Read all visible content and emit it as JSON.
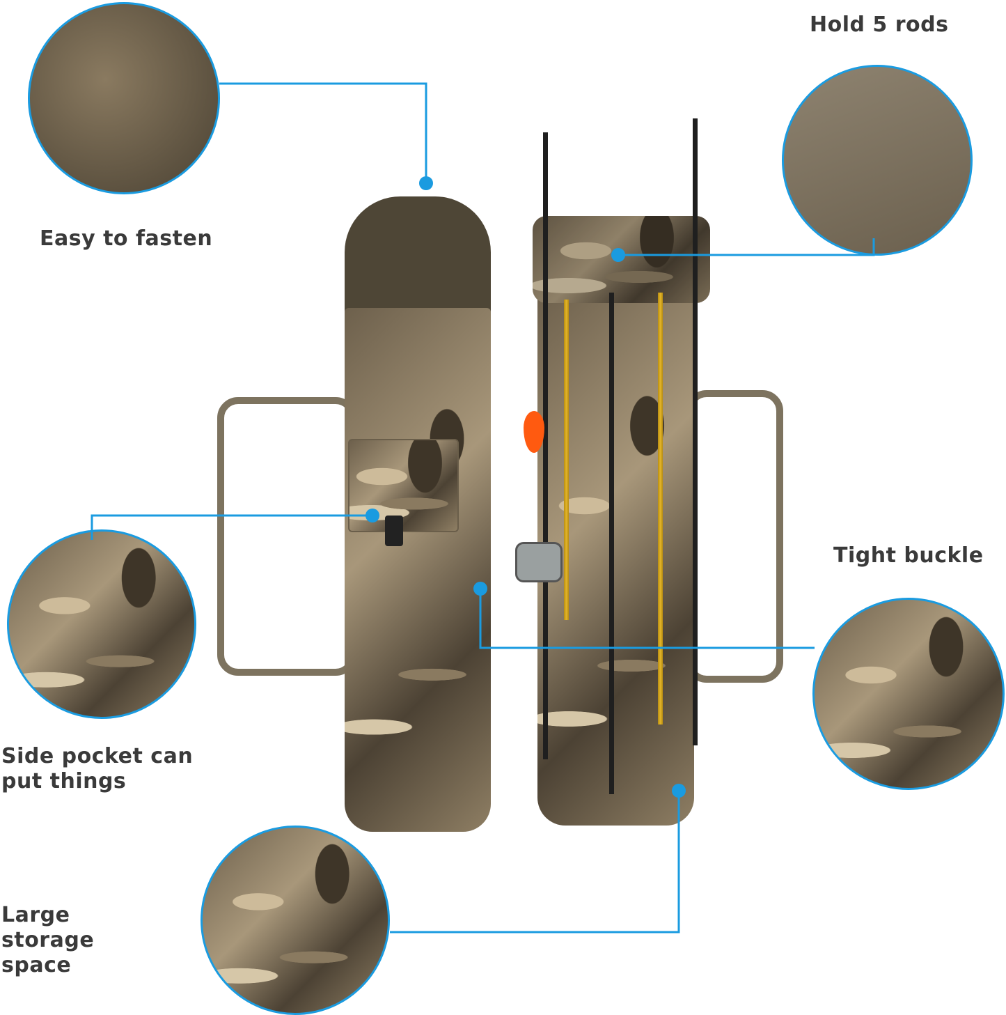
{
  "features": {
    "easy_fasten": "Easy to fasten",
    "hold_rods": "Hold 5 rods",
    "tight_buckle": "Tight buckle",
    "side_pocket": "Side pocket can put things",
    "large_storage": "Large storage space"
  },
  "colors": {
    "accent": "#1a9be0",
    "text": "#3a3a3a",
    "fabric": "#6d604c"
  }
}
